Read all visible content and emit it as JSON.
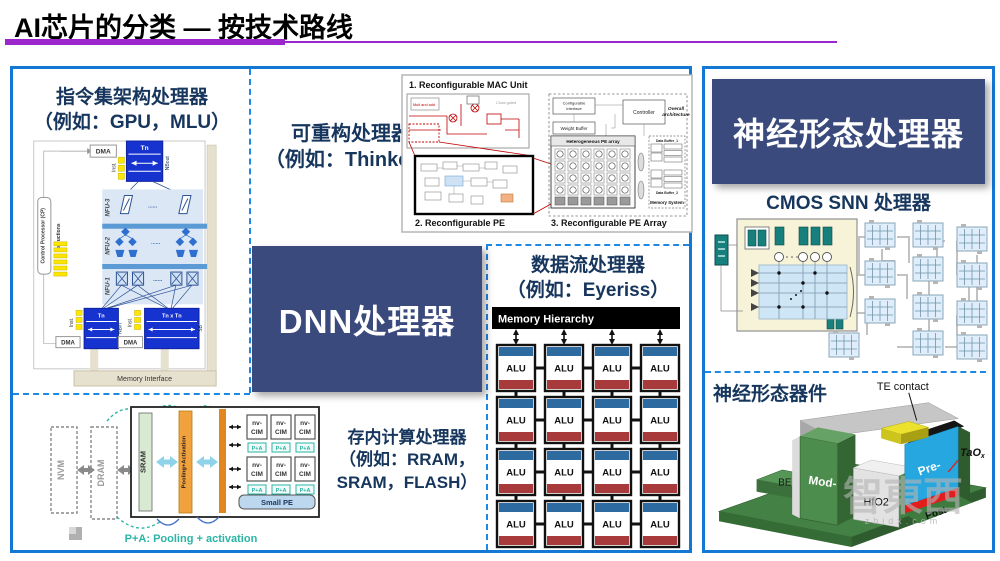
{
  "page": {
    "title": "AI芯片的分类 — 按技术路线"
  },
  "colors": {
    "accent_purple": "#9b26cc",
    "panel_border_blue": "#1377d4",
    "navy_box": "#3a4a7d",
    "navy_text": "#17365d",
    "teal": "#2ab5a5",
    "alu_blue": "#2d6a9f",
    "alu_red": "#a93a3c",
    "diannao_blue": "#1733cf",
    "yellow": "#ffe600",
    "tan": "#e6e1cf"
  },
  "left_panel": {
    "isa": {
      "title_line1": "指令集架构处理器",
      "title_line2": "（例如：GPU，MLU）",
      "diagram": {
        "dma": "DMA",
        "tn": "Tn",
        "inst": "Inst.",
        "nbout": "NBout",
        "nbin": "NBin",
        "sb": "SB",
        "tnxtn": "Tn x Tn",
        "cp": "Control Processor (CP)",
        "instructions": "Instructions",
        "nfu3": "NFU-3",
        "nfu2": "NFU-2",
        "nfu1": "NFU-1",
        "memory_interface": "Memory Interface",
        "dots": "......"
      }
    },
    "reconfigurable": {
      "title_line1": "可重构处理器",
      "title_line2": "（例如：Thinker）",
      "figure": {
        "caption1": "1. Reconfigurable MAC Unit",
        "caption2": "2. Reconfigurable PE",
        "caption3": "3. Reconfigurable PE Array",
        "mult_add": "Mult and add",
        "clock_gated": "Clock gated",
        "configurable_line1": "Configurable",
        "configurable_line2": "interface",
        "weight_buffer": "Weight Buffer",
        "controller": "Controller",
        "overall_line1": "Overall",
        "overall_line2": "architecture",
        "pe_array": "Heterogeneous PE array",
        "pe_grid": {
          "rows": 4,
          "cols": 6
        },
        "data_buffer1": "Data Buffer_1",
        "data_buffer2": "Data Buffer_2",
        "memory_system": "Memory System"
      }
    },
    "dnn": {
      "label": "DNN处理器"
    },
    "dataflow": {
      "title_line1": "数据流处理器",
      "title_line2": "（例如：Eyeriss）",
      "memory_hierarchy": "Memory Hierarchy",
      "alu_label": "ALU",
      "grid": {
        "rows": 4,
        "cols": 4
      }
    },
    "cim": {
      "title_line1": "存内计算处理器",
      "title_line2": "（例如：RRAM，",
      "title_line3": "SRAM，FLASH）",
      "diagram": {
        "nvm": "NVM",
        "dram": "DRAM",
        "sram": "SRAM",
        "pooling": "Pooling+Activation",
        "cim_line1": "nv-",
        "cim_line2": "CIM",
        "pa": "P+A",
        "cim_grid": {
          "rows": 2,
          "cols": 3
        },
        "small_pe": "Small PE",
        "caption": "P+A: Pooling + activation"
      }
    }
  },
  "right_panel": {
    "header": "神经形态处理器",
    "snn_title": "CMOS SNN 处理器",
    "device": {
      "title": "神经形态器件",
      "te_contact": "TE contact",
      "taox_main": "TaO",
      "taox_sub": "x",
      "hfo2": "HfO2",
      "pre": "Pre-",
      "post": "Post-",
      "mod": "Mod-",
      "be": "BE"
    },
    "watermark": {
      "text": "智東西",
      "sub": "zhidx.com"
    }
  }
}
